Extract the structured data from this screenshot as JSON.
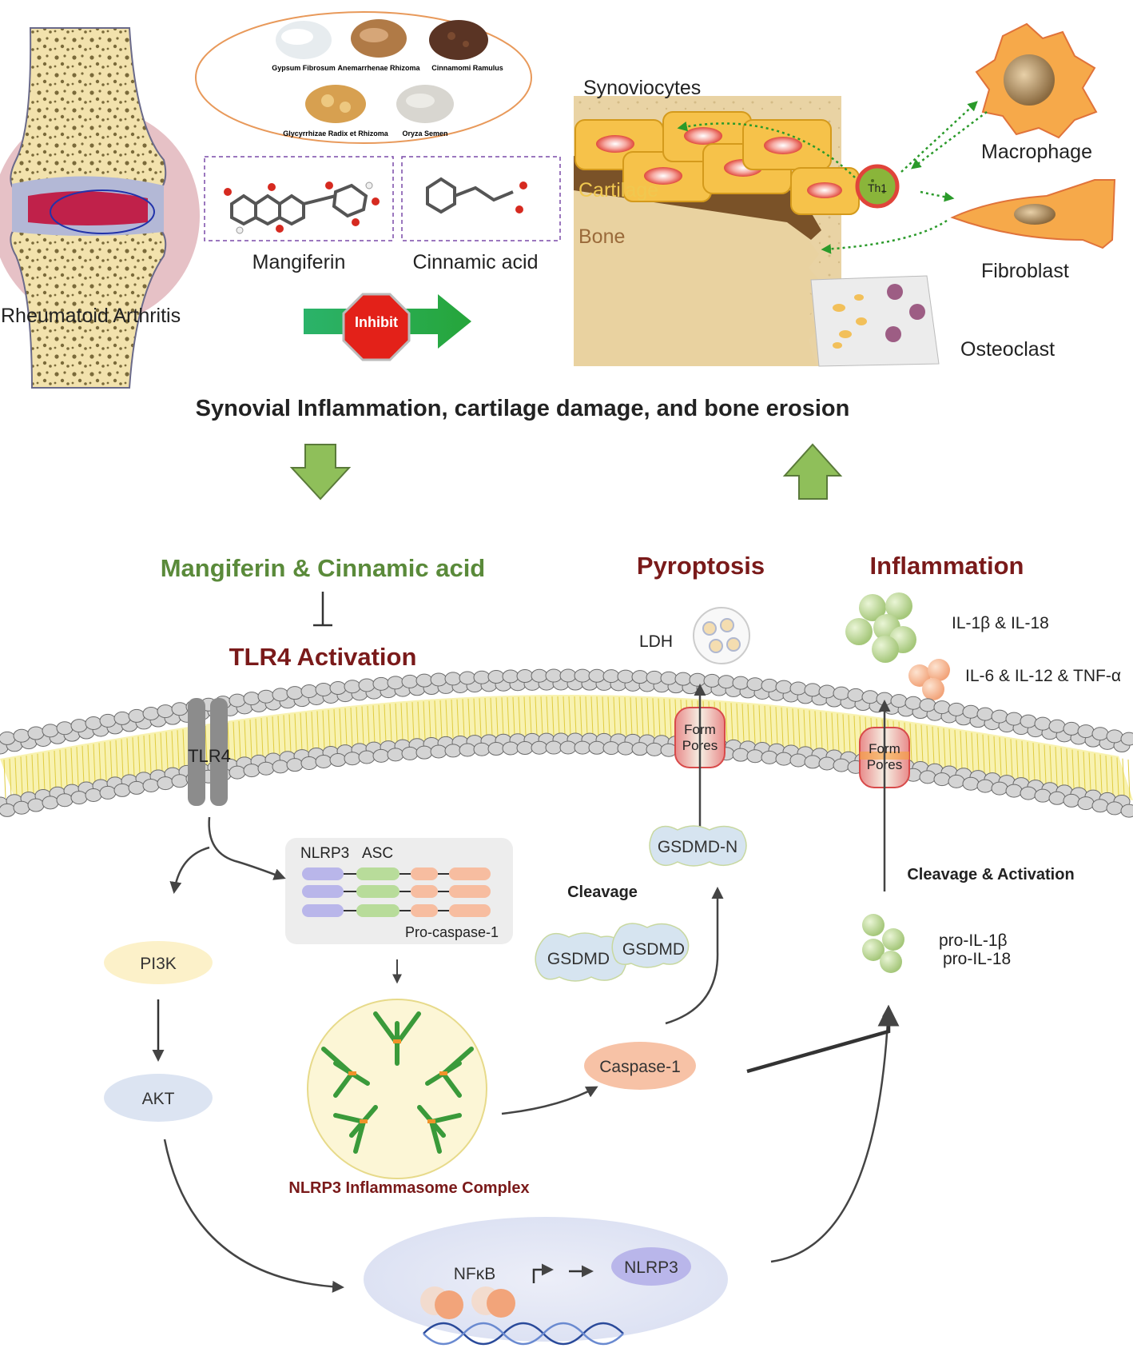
{
  "top": {
    "joint_label": "Rheumatoid Arthritis",
    "herbs": [
      "Gypsum Fibrosum",
      "Anemarrhenae Rhizoma",
      "Cinnamomi Ramulus",
      "Glycyrrhizae Radix et Rhizoma",
      "Oryza Semen"
    ],
    "compounds": [
      "Mangiferin",
      "Cinnamic acid"
    ],
    "inhibit_label": "Inhibit",
    "tissue": {
      "synoviocytes": "Synoviocytes",
      "cartilage": "Cartilage",
      "bone": "Bone",
      "th1": "Th1",
      "macrophage": "Macrophage",
      "fibroblast": "Fibroblast",
      "osteoclast": "Osteoclast"
    },
    "headline": "Synovial Inflammation, cartilage damage, and bone erosion"
  },
  "pathway": {
    "treatment": "Mangiferin & Cinnamic acid",
    "tlr4_activation": "TLR4 Activation",
    "pyroptosis": "Pyroptosis",
    "inflammation": "Inflammation",
    "ldh": "LDH",
    "il1b_il18": "IL-1β & IL-18",
    "il6_il12_tnf": "IL-6 & IL-12 & TNF-α",
    "tlr4": "TLR4",
    "form_pores": "Form Pores",
    "gsdmd_n": "GSDMD-N",
    "nlrp3_lbl": "NLRP3",
    "asc_lbl": "ASC",
    "pro_caspase": "Pro-caspase-1",
    "cleavage": "Cleavage",
    "gsdmd": "GSDMD",
    "cleavage_activation": "Cleavage & Activation",
    "pro_il1b": "pro-IL-1β",
    "pro_il18": "pro-IL-18",
    "pi3k": "PI3K",
    "akt": "AKT",
    "caspase1": "Caspase-1",
    "inflammasome": "NLRP3 Inflammasome Complex",
    "nfkb": "NFκB",
    "nlrp3_gene": "NLRP3"
  },
  "colors": {
    "green_text": "#5a8a3a",
    "maroon_text": "#7a1a1a",
    "arrow_green": "#8fbf5a"
  }
}
